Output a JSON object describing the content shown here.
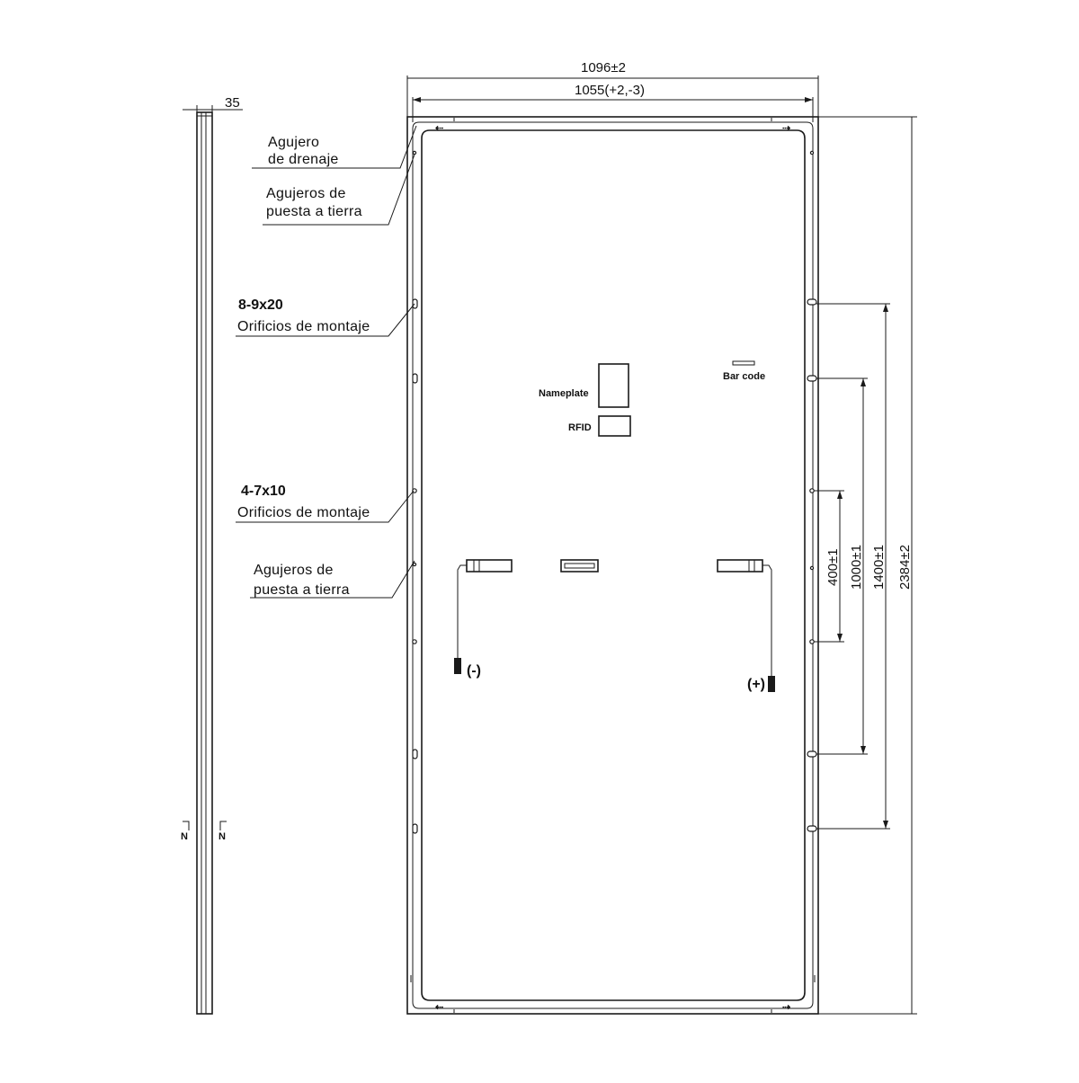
{
  "dimensions": {
    "overall_width": "1096±2",
    "inner_width": "1055(+2,-3)",
    "frame_depth": "35",
    "overall_length": "2384±2",
    "spacing_400": "400±1",
    "spacing_1000": "1000±1",
    "spacing_1400": "1400±1"
  },
  "labels": {
    "drain_hole": [
      "Agujero",
      "de drenaje"
    ],
    "grounding_holes_top": [
      "Agujeros de",
      "puesta a tierra"
    ],
    "mounting_8_9x20_size": "8-9x20",
    "mounting_8_9x20_text": "Orificios de montaje",
    "mounting_4_7x10_size": "4-7x10",
    "mounting_4_7x10_text": "Orificios de montaje",
    "grounding_holes_bottom": [
      "Agujeros de",
      "puesta a tierra"
    ],
    "nameplate": "Nameplate",
    "rfid": "RFID",
    "bar_code": "Bar code",
    "negative": "(-)",
    "positive": "(+)",
    "section_mark": "N"
  }
}
